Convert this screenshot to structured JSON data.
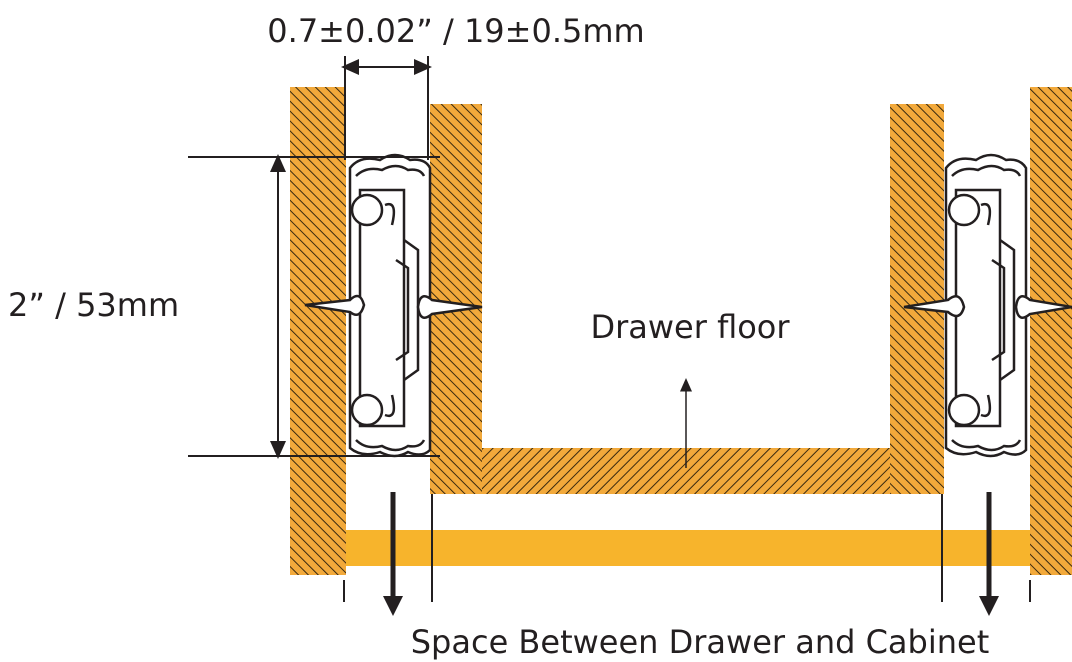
{
  "labels": {
    "width_dim": "0.7±0.02” / 19±0.5mm",
    "height_dim": "2” / 53mm",
    "drawer_floor": "Drawer floor",
    "space_label": "Space Between Drawer and Cabinet"
  },
  "colors": {
    "wood": "#F2A93B",
    "hatch": "#3a2a10",
    "shelf": "#F7B42C",
    "line": "#231f20"
  }
}
